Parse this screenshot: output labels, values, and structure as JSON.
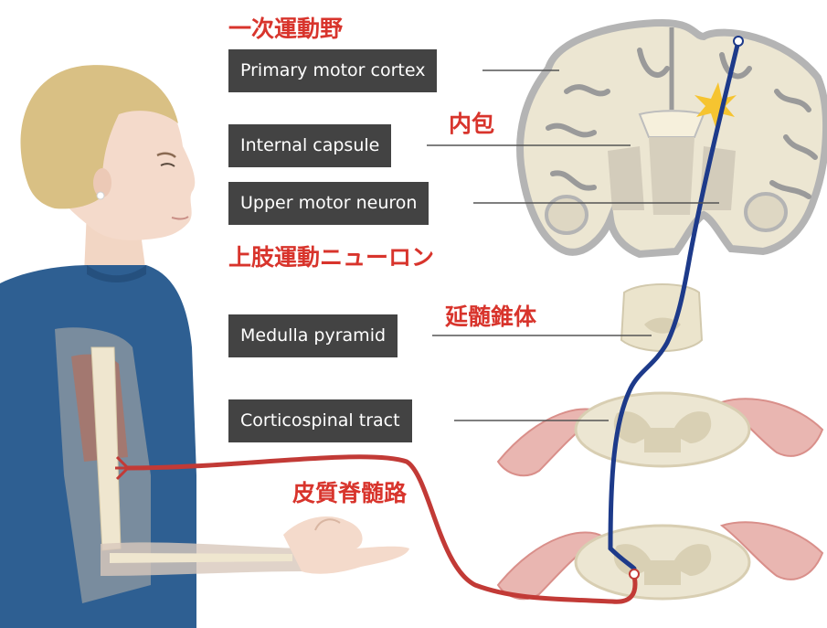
{
  "labels": {
    "primary_motor_cortex": "Primary motor cortex",
    "internal_capsule": "Internal capsule",
    "upper_motor_neuron": "Upper motor neuron",
    "medulla_pyramid": "Medulla pyramid",
    "corticospinal_tract": "Corticospinal tract"
  },
  "japanese_labels": {
    "primary_motor_cortex": "一次運動野",
    "internal_capsule": "内包",
    "upper_limb_motor_neuron": "上肢運動ニューロン",
    "medulla_pyramid": "延髄錐体",
    "corticospinal_tract": "皮質脊髄路"
  },
  "colors": {
    "label_box": "#434343",
    "japanese_text": "#d8342c",
    "upper_motor_path": "#1d3a8a",
    "lower_motor_path": "#c23a36",
    "brain_tissue": "#ece6d2",
    "shirt": "#2e5f92"
  }
}
